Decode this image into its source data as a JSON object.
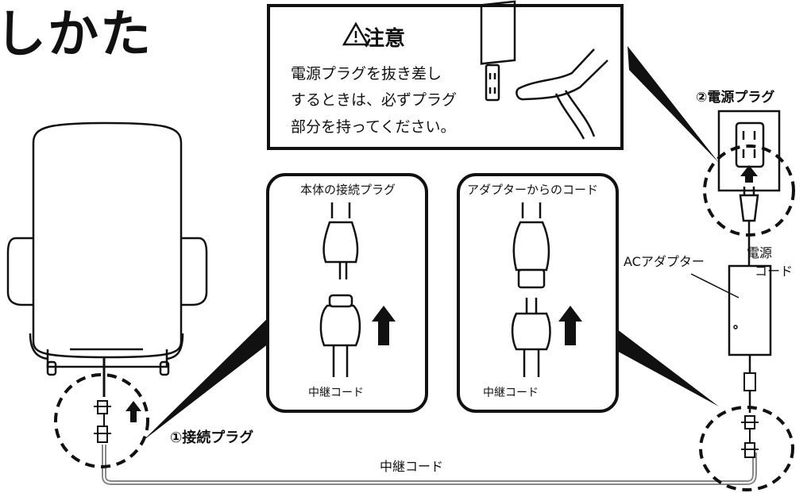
{
  "heading": "しかた",
  "caution": {
    "title": "注意",
    "icon": "warning-triangle-icon",
    "lines": [
      "電源プラグを抜き差し",
      "するときは、必ずプラグ",
      "部分を持ってください。"
    ]
  },
  "panels": [
    {
      "title": "本体の接続プラグ",
      "cord_label": "中継コード"
    },
    {
      "title": "アダプターからのコード",
      "cord_label": "中継コード"
    }
  ],
  "labels": {
    "connection_plug": "①接続プラグ",
    "power_plug": "②電源プラグ",
    "ac_adapter": "ACアダプター",
    "power_cord_line1": "電源",
    "power_cord_line2": "コード",
    "extension_cord": "中継コード"
  },
  "colors": {
    "line": "#111111",
    "background": "#ffffff",
    "cord_gray": "#888888"
  }
}
